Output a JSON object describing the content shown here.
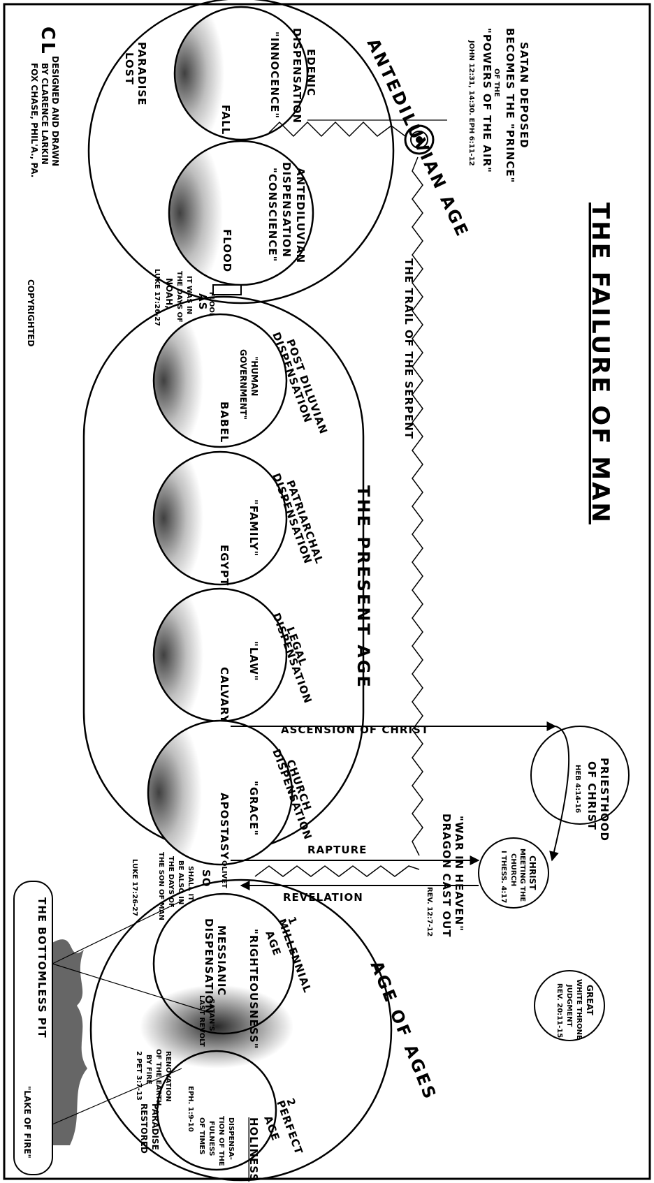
{
  "title": "THE FAILURE OF MAN",
  "satan_note": {
    "line1": "SATAN DEPOSED",
    "line2": "BECOMES THE \"PRINCE\"",
    "line3": "OF THE",
    "line4": "\"POWERS OF THE AIR\"",
    "ref": "JOHN 12:31, 14:30. EPH 6:11-12"
  },
  "serpent_label": "THE TRAIL OF THE SERPENT",
  "ages": {
    "antediluvian": "ANTEDILUVIAN AGE",
    "present": "THE PRESENT AGE",
    "ages": "AGE OF AGES"
  },
  "dispensations": [
    {
      "name1": "EDENIC",
      "name2": "DISPENSATION",
      "test": "\"INNOCENCE\"",
      "end": "FALL"
    },
    {
      "name1": "ANTEDILUVIAN",
      "name2": "DISPENSATION",
      "test": "\"CONSCIENCE\"",
      "end": "FLOOD"
    },
    {
      "name1": "POST DILUVIAN",
      "name2": "DISPENSATION",
      "test": "\"HUMAN",
      "test2": "GOVERNMENT\"",
      "end": "BABEL"
    },
    {
      "name1": "PATRIARCHAL",
      "name2": "DISPENSATION",
      "test": "\"FAMILY\"",
      "end": "EGYPT"
    },
    {
      "name1": "LEGAL",
      "name2": "DISPENSATION",
      "test": "\"LAW\"",
      "end": "CALVARY"
    },
    {
      "name1": "CHURCH",
      "name2": "DISPENSATION",
      "test": "\"GRACE\"",
      "end": "APOSTASY"
    }
  ],
  "paradise_lost": {
    "line1": "PARADISE",
    "line2": "LOST"
  },
  "noah": {
    "flood": "FLOOD",
    "as": "AS",
    "l1": "IT WAS IN",
    "l2": "THE DAYS OF",
    "l3": "NOAH,",
    "ref": "LUKE 17:26-27"
  },
  "son_of_man": {
    "olivet": "OLIVET",
    "so": "SO",
    "l1": "SHALL IT",
    "l2": "BE ALSO IN",
    "l3": "THE DAYS OF",
    "l4": "THE SON OF MAN",
    "ref": "LUKE 17:26-27"
  },
  "events": {
    "ascension": "ASCENSION OF CHRIST",
    "rapture": "RAPTURE",
    "revelation": "REVELATION"
  },
  "priesthood": {
    "l1": "PRIESTHOOD",
    "l2": "OF CHRIST",
    "ref": "HEB 4:14-16"
  },
  "meeting": {
    "l1": "CHRIST",
    "l2": "MEETING THE",
    "l3": "CHURCH",
    "ref": "I THESS. 4:17"
  },
  "war": {
    "l1": "\"WAR IN HEAVEN\"",
    "l2": "DRAGON CAST OUT",
    "ref": "REV. 12:7-12"
  },
  "great_throne": {
    "l1": "GREAT",
    "l2": "WHITE THRONE",
    "l3": "JUDGMENT",
    "ref": "REV. 20:11-15"
  },
  "millennial": {
    "num": "1",
    "l1": "MILLENNIAL",
    "l2": "AGE",
    "test": "\"RIGHTEOUSNESS\"",
    "disp1": "MESSIANIC",
    "disp2": "DISPENSATION",
    "satan1": "SATAN'S",
    "satan2": "LAST REVOLT"
  },
  "renovation": {
    "l1": "RENOVATION",
    "l2": "OF THE EARTH",
    "l3": "BY FIRE",
    "ref": "2 PET 3:7-13"
  },
  "perfect": {
    "num": "2",
    "l1": "PERFECT",
    "l2": "AGE",
    "test": "HOLINESS",
    "disp1": "DISPENSA-",
    "disp2": "TION OF THE",
    "disp3": "FULNESS",
    "disp4": "OF TIMES",
    "ref": "EPH. 1:9-10"
  },
  "paradise_restored": {
    "l1": "PARADISE",
    "l2": "RESTORED"
  },
  "pit": {
    "l1": "THE BOTTOMLESS PIT",
    "l2": "\"LAKE OF FIRE\""
  },
  "credit": {
    "monogram": "CL",
    "l1": "DESIGNED AND DRAWN",
    "l2": "BY CLARENCE LARKIN",
    "l3": "FOX CHASE, PHIL'A., PA."
  },
  "copyright": "COPYRIGHTED"
}
